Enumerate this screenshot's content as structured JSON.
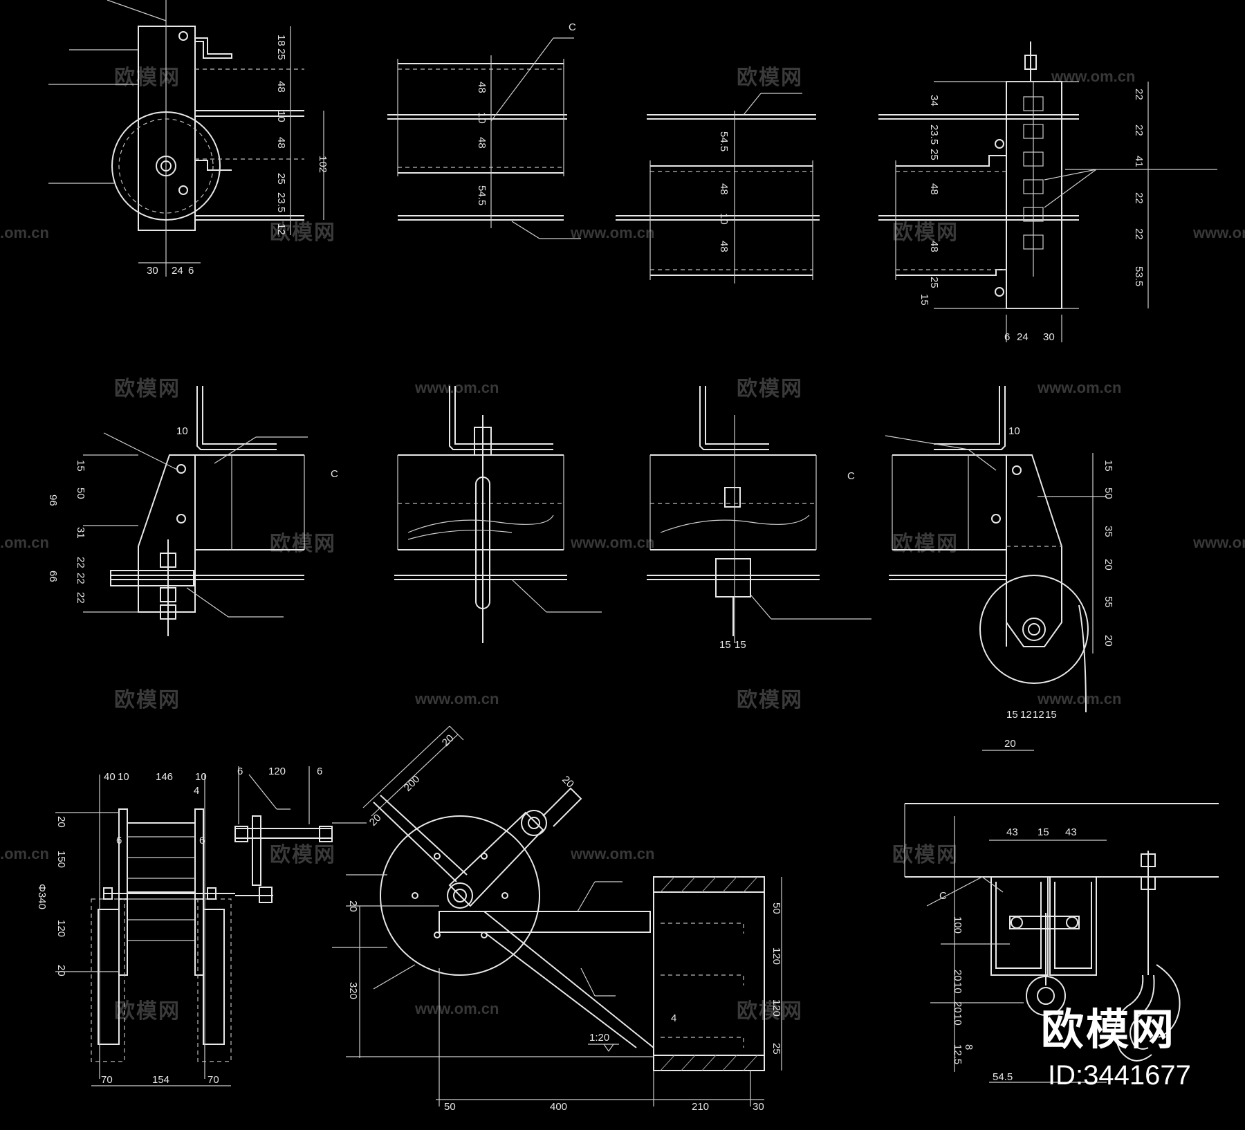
{
  "watermark": {
    "name": "欧模网",
    "url": "www.om.cn",
    "url_left": ".om.cn"
  },
  "brand": {
    "name": "欧模网",
    "id": "ID:3441677"
  },
  "drawing1": {
    "dims_right": [
      "18",
      "25",
      "48",
      "10",
      "48",
      "25",
      "23.5",
      "12"
    ],
    "overall": "102",
    "dims_bottom": [
      "30",
      "24",
      "6"
    ]
  },
  "drawing2": {
    "dims": [
      "48",
      "10",
      "48",
      "54.5"
    ],
    "label": "C"
  },
  "drawing3": {
    "dims": [
      "54.5",
      "48",
      "10",
      "48"
    ]
  },
  "drawing4": {
    "dims_left": [
      "34",
      "23.5",
      "25",
      "48",
      "48",
      "25",
      "15"
    ],
    "dims_right": [
      "22",
      "22",
      "41",
      "22",
      "22",
      "53.5"
    ],
    "dims_bottom": [
      "6",
      "24",
      "30"
    ]
  },
  "drawing5": {
    "top": "10",
    "dims_left": [
      "15",
      "50",
      "31",
      "22",
      "22",
      "22"
    ],
    "totals": [
      "96",
      "66"
    ],
    "label": "C"
  },
  "drawing7": {
    "dims_bottom": [
      "15",
      "15"
    ]
  },
  "drawing8": {
    "top": "10",
    "dims_right": [
      "15",
      "50",
      "35",
      "20",
      "55",
      "20"
    ],
    "dims_bottom": [
      "15",
      "12",
      "12",
      "15"
    ],
    "offset": "20",
    "label": "C"
  },
  "drawing9": {
    "dims_top": [
      "40",
      "10",
      "146",
      "10",
      "4"
    ],
    "dims_side": [
      "6",
      "120",
      "6"
    ],
    "dims_left": [
      "20",
      "150",
      "120",
      "20"
    ],
    "total": "Φ340",
    "dims_bottom": [
      "70",
      "154",
      "70"
    ],
    "marks": [
      "6",
      "6"
    ]
  },
  "drawing10": {
    "dims": [
      "20",
      "200",
      "20",
      "20",
      "20",
      "320"
    ],
    "slope": "1:20",
    "dims_right": [
      "50",
      "120",
      "120",
      "25"
    ],
    "dims_bottom": [
      "50",
      "400",
      "210",
      "30"
    ],
    "mark": "4"
  },
  "drawing11": {
    "dims_top": [
      "43",
      "15",
      "43"
    ],
    "dims_left": [
      "100",
      "20",
      "10",
      "20",
      "10",
      "12.5",
      "8"
    ],
    "bottom": "54.5",
    "label": "C"
  }
}
